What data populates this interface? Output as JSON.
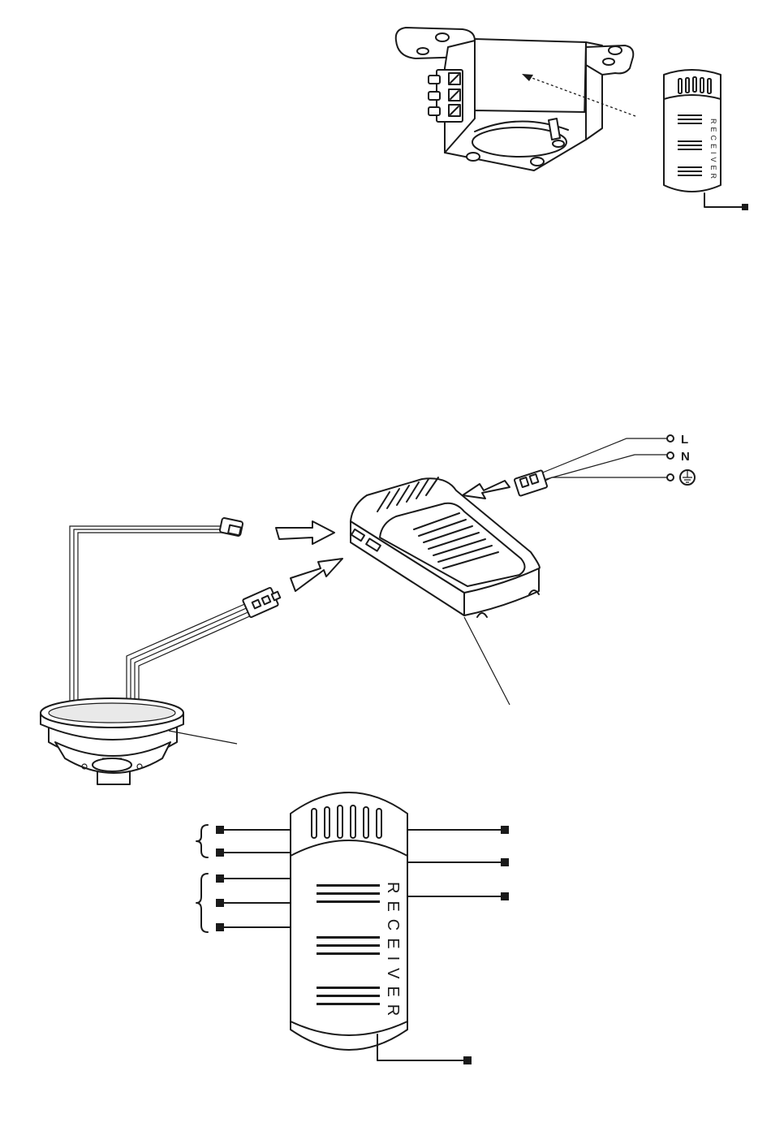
{
  "receiver_label": "RECEIVER",
  "supply_labels": {
    "live": "L",
    "neutral": "N"
  },
  "icons": {
    "earth": "earth-ground-icon",
    "arrow": "insertion-arrow-icon",
    "terminal": "wire-terminal-icon"
  },
  "colors": {
    "line": "#1a1a1a",
    "fill": "#ffffff",
    "shade": "#e9e9e9"
  }
}
